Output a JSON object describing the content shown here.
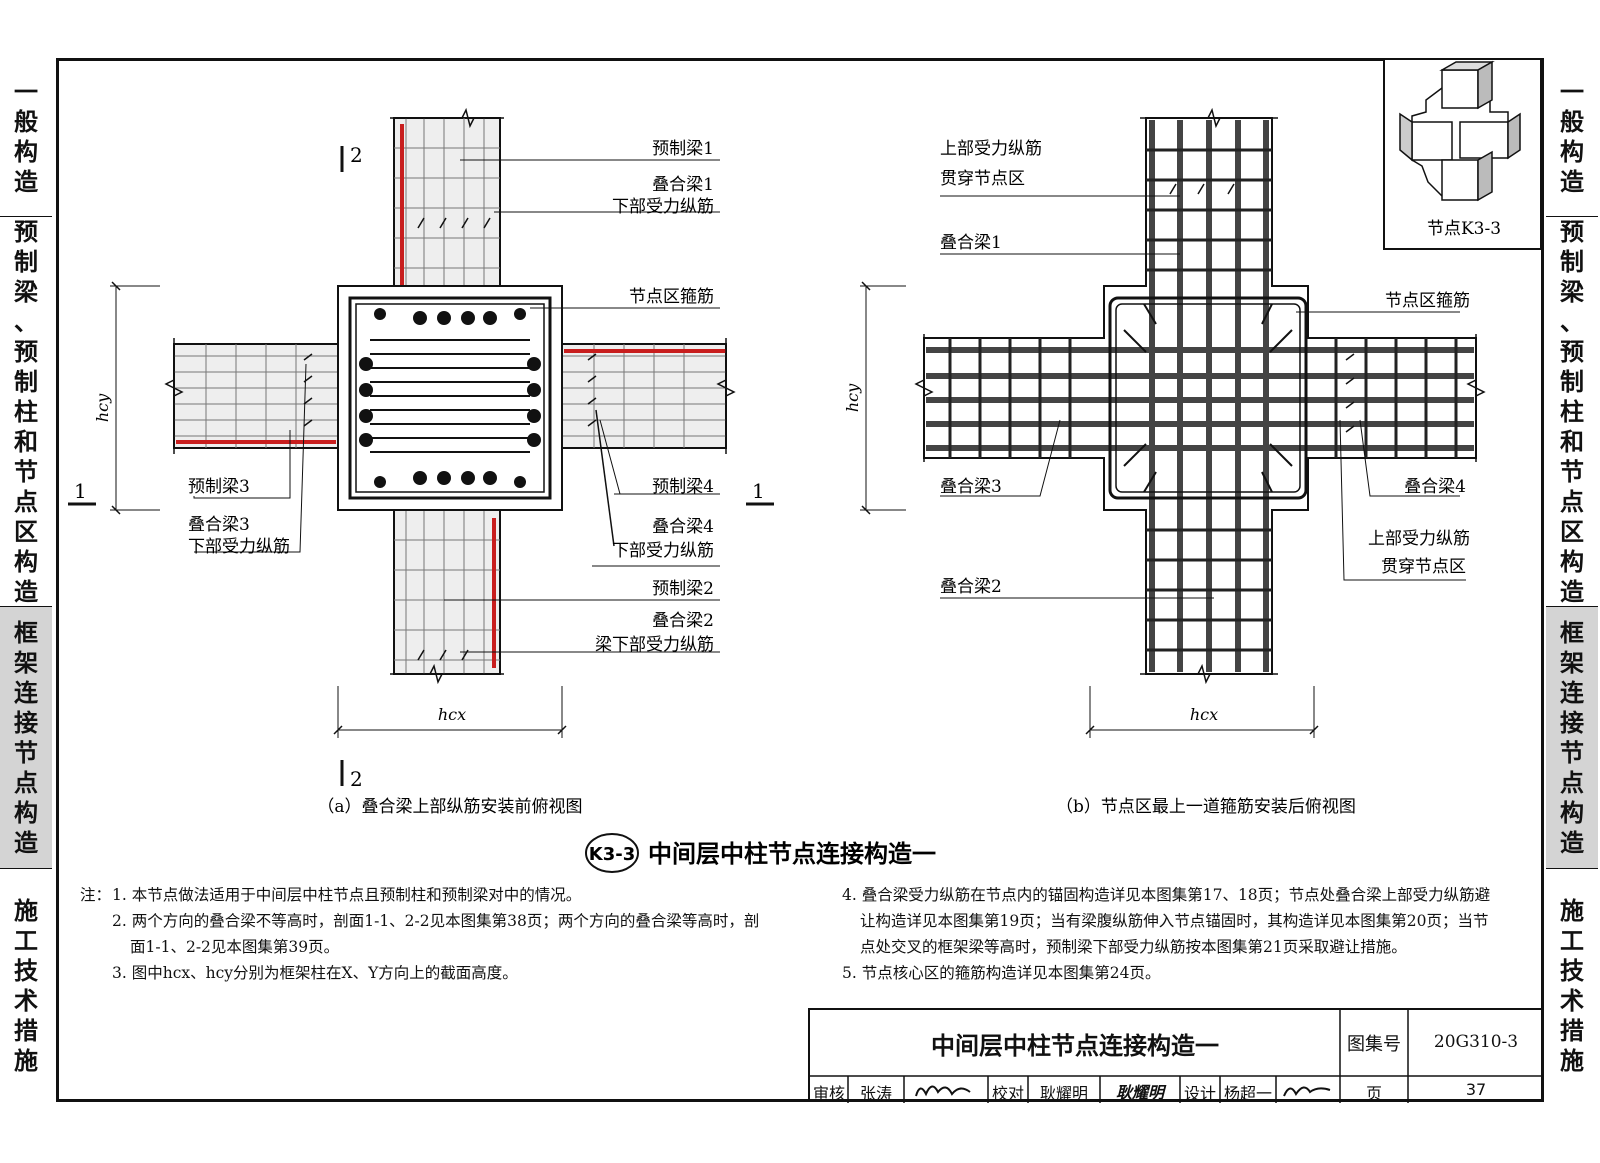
{
  "side_tabs": [
    {
      "label": "一般构造",
      "active": false
    },
    {
      "label": "预制梁、预制柱和节点区构造",
      "active": false
    },
    {
      "label": "框架连接节点构造",
      "active": true
    },
    {
      "label": "施工技术措施",
      "active": false
    }
  ],
  "node_icon": {
    "label": "节点K3-3"
  },
  "figure_a": {
    "caption": "（a）叠合梁上部纵筋安装前俯视图",
    "labels": {
      "prebeam1": "预制梁1",
      "comp1_l1": "叠合梁1",
      "comp1_l2": "下部受力纵筋",
      "joint_stirrup": "节点区箍筋",
      "prebeam3": "预制梁3",
      "comp3_l1": "叠合梁3",
      "comp3_l2": "下部受力纵筋",
      "prebeam4": "预制梁4",
      "comp4_l1": "叠合梁4",
      "comp4_l2": "下部受力纵筋",
      "prebeam2": "预制梁2",
      "comp2_l1": "叠合梁2",
      "comp2_l2": "梁下部受力纵筋"
    },
    "sec1": "1",
    "sec2": "2",
    "dim_h": "hcx",
    "dim_v": "hcy"
  },
  "figure_b": {
    "caption": "（b）节点区最上一道箍筋安装后俯视图",
    "labels": {
      "top_l1": "上部受力纵筋",
      "top_l2": "贯穿节点区",
      "comp1": "叠合梁1",
      "joint_stirrup": "节点区箍筋",
      "comp3": "叠合梁3",
      "comp4": "叠合梁4",
      "right_l1": "上部受力纵筋",
      "right_l2": "贯穿节点区",
      "comp2": "叠合梁2"
    },
    "dim_h": "hcx",
    "dim_v": "hcy"
  },
  "main_title": {
    "badge": "K3-3",
    "text": "中间层中柱节点连接构造一"
  },
  "notes": {
    "prefix": "注：",
    "left": [
      "1. 本节点做法适用于中间层中柱节点且预制柱和预制梁对中的情况。",
      "2. 两个方向的叠合梁不等高时，剖面1-1、2-2见本图集第38页；两个方向的叠合梁等高时，剖",
      "面1-1、2-2见本图集第39页。",
      "3. 图中hcx、hcy分别为框架柱在X、Y方向上的截面高度。"
    ],
    "right": [
      "4. 叠合梁受力纵筋在节点内的锚固构造详见本图集第17、18页；节点处叠合梁上部受力纵筋避",
      "让构造详见本图集第19页；当有梁腹纵筋伸入节点锚固时，其构造详见本图集第20页；当节",
      "点处交叉的框架梁等高时，预制梁下部受力纵筋按本图集第21页采取避让措施。",
      "5. 节点核心区的箍筋构造详见本图集第24页。"
    ]
  },
  "title_block": {
    "title": "中间层中柱节点连接构造一",
    "atlas_label": "图集号",
    "atlas_no": "20G310-3",
    "review_label": "审核",
    "reviewer": "张涛",
    "check_label": "校对",
    "checker": "耿耀明",
    "design_label": "设计",
    "designer": "杨超一",
    "page_label": "页",
    "page_no": "37"
  },
  "colors": {
    "rebar_red": "#c81e1e",
    "line": "#111111",
    "tab_active": "#d4d4d4"
  }
}
